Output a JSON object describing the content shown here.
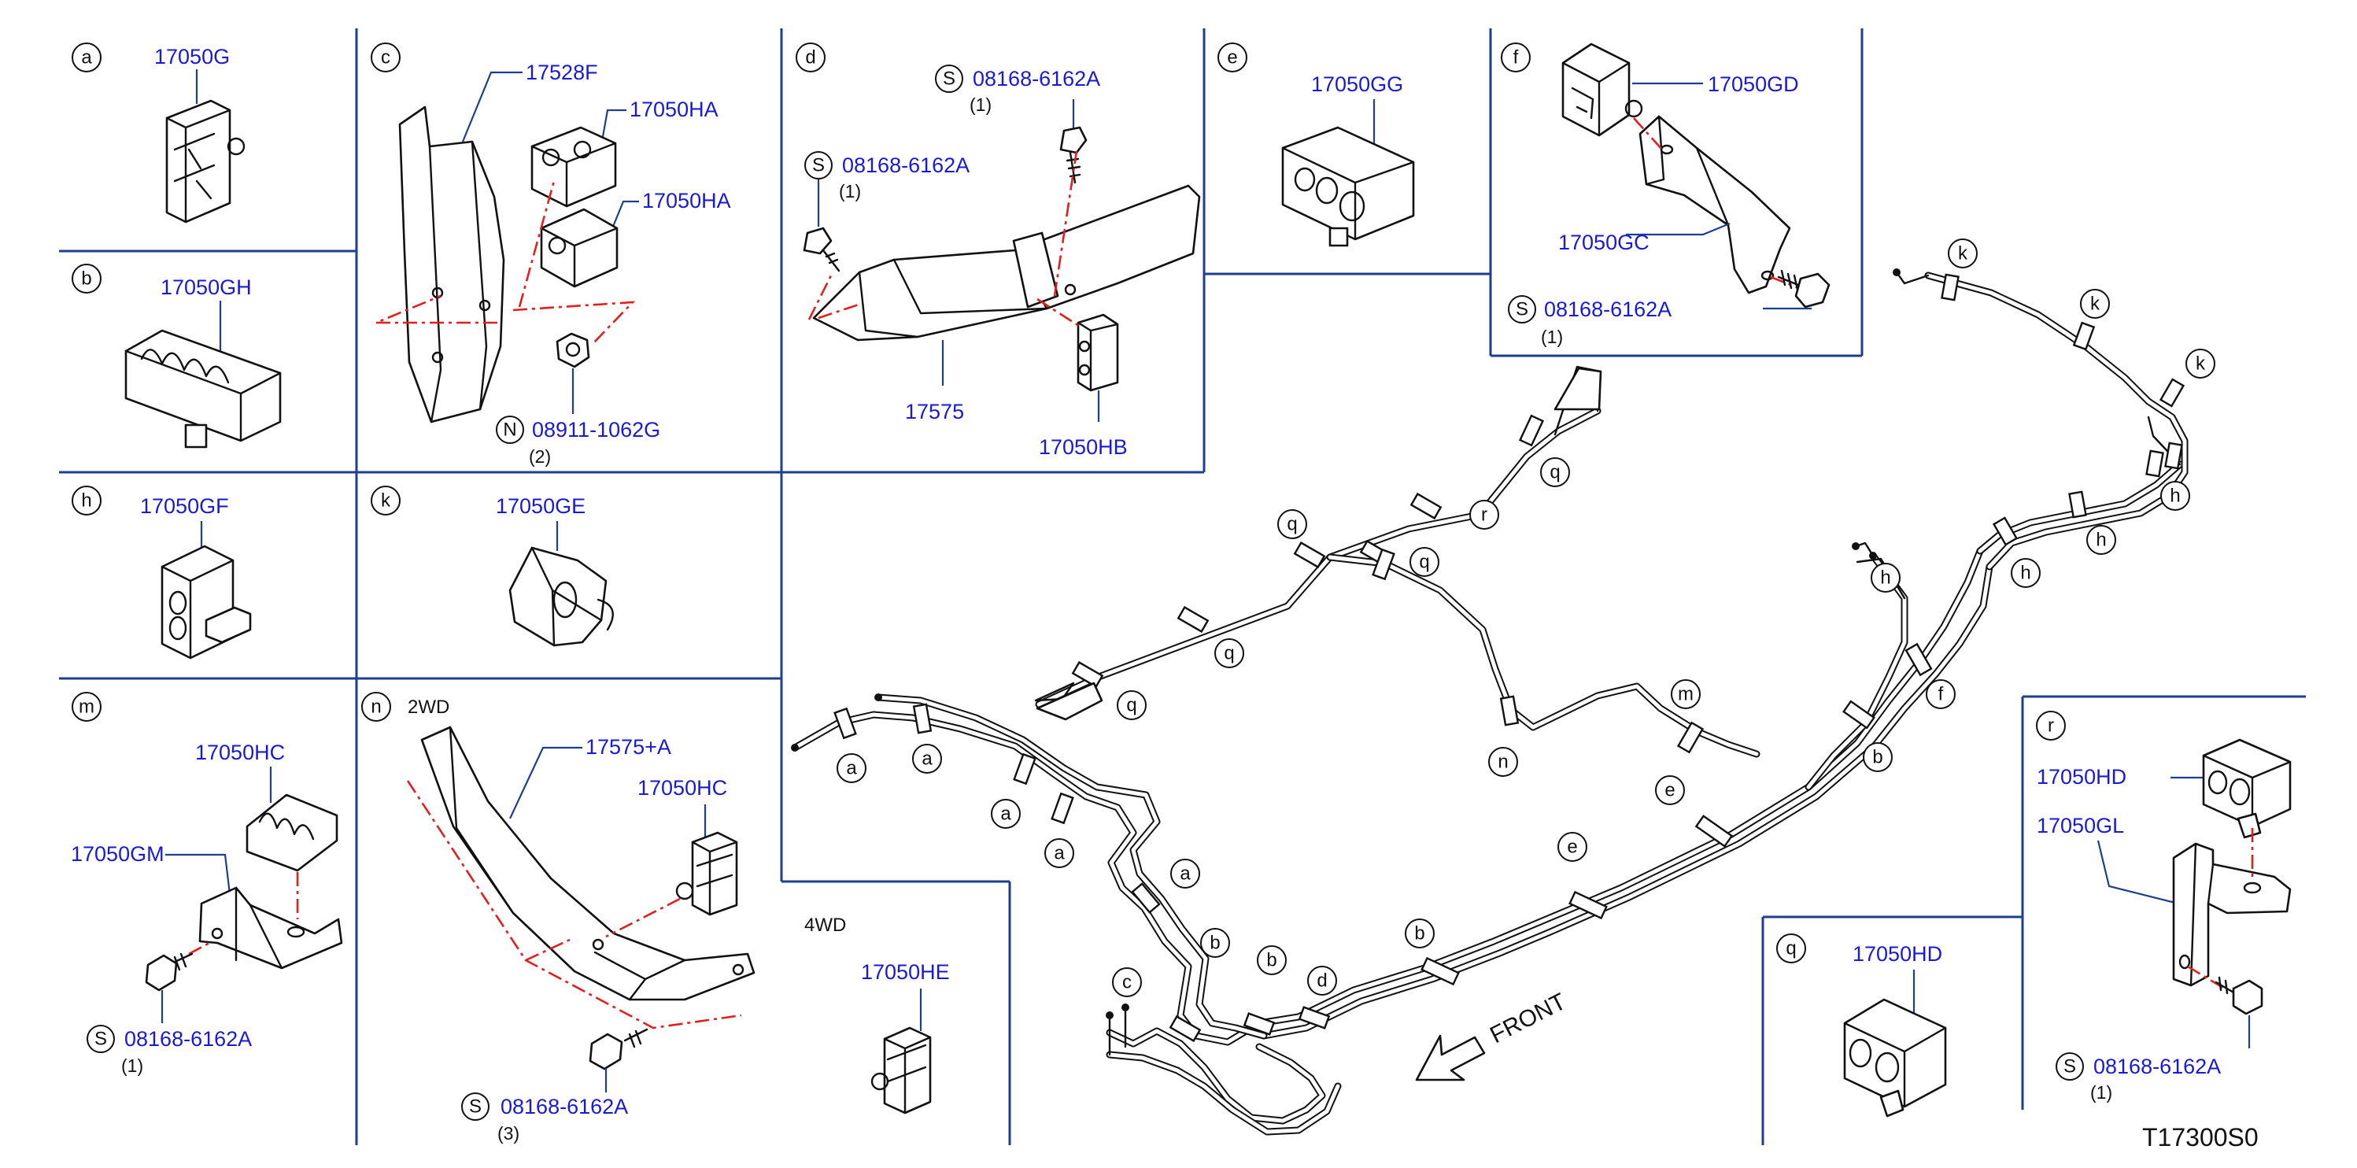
{
  "diagram_code": "T17300S0",
  "front_label": "FRONT",
  "panels": {
    "a": {
      "ref": "a",
      "part": "17050G"
    },
    "b": {
      "ref": "b",
      "part": "17050GH"
    },
    "c": {
      "ref": "c",
      "parts": [
        "17528F",
        "17050HA",
        "17050HA"
      ],
      "screw": "08911-1062G",
      "screw_prefix": "N",
      "screw_qty": "(2)"
    },
    "d": {
      "ref": "d",
      "parts": [
        "17575",
        "17050HB"
      ],
      "screw1": "08168-6162A",
      "screw1_qty": "(1)",
      "screw2": "08168-6162A",
      "screw2_qty": "(1)",
      "screw_prefix": "S"
    },
    "e": {
      "ref": "e",
      "part": "17050GG"
    },
    "f": {
      "ref": "f",
      "parts": [
        "17050GD",
        "17050GC"
      ],
      "screw": "08168-6162A",
      "screw_qty": "(1)",
      "screw_prefix": "S"
    },
    "h": {
      "ref": "h",
      "part": "17050GF"
    },
    "k": {
      "ref": "k",
      "part": "17050GE"
    },
    "m": {
      "ref": "m",
      "parts": [
        "17050HC",
        "17050GM"
      ],
      "screw": "08168-6162A",
      "screw_qty": "(1)",
      "screw_prefix": "S"
    },
    "n": {
      "ref": "n",
      "variant": "2WD",
      "parts": [
        "17575+A",
        "17050HC"
      ],
      "screw": "08168-6162A",
      "screw_qty": "(3)",
      "screw_prefix": "S"
    },
    "n4": {
      "variant": "4WD",
      "part": "17050HE"
    },
    "q": {
      "ref": "q",
      "part": "17050HD"
    },
    "r": {
      "ref": "r",
      "parts": [
        "17050HD",
        "17050GL"
      ],
      "screw": "08168-6162A",
      "screw_qty": "(1)",
      "screw_prefix": "S"
    }
  },
  "callouts": [
    {
      "ref": "a"
    },
    {
      "ref": "a"
    },
    {
      "ref": "a"
    },
    {
      "ref": "a"
    },
    {
      "ref": "a"
    },
    {
      "ref": "b"
    },
    {
      "ref": "b"
    },
    {
      "ref": "b"
    },
    {
      "ref": "b"
    },
    {
      "ref": "c"
    },
    {
      "ref": "d"
    },
    {
      "ref": "e"
    },
    {
      "ref": "e"
    },
    {
      "ref": "f"
    },
    {
      "ref": "h"
    },
    {
      "ref": "h"
    },
    {
      "ref": "h"
    },
    {
      "ref": "h"
    },
    {
      "ref": "k"
    },
    {
      "ref": "k"
    },
    {
      "ref": "k"
    },
    {
      "ref": "m"
    },
    {
      "ref": "n"
    },
    {
      "ref": "q"
    },
    {
      "ref": "q"
    },
    {
      "ref": "q"
    },
    {
      "ref": "q"
    },
    {
      "ref": "q"
    },
    {
      "ref": "r"
    }
  ]
}
